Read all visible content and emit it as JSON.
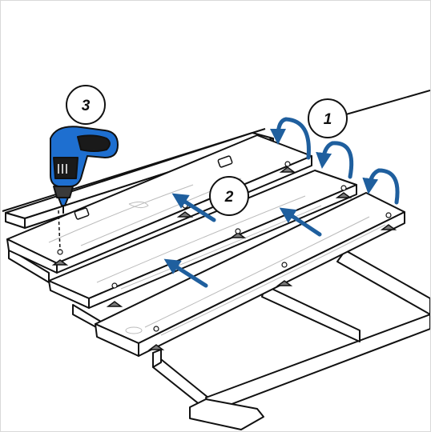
{
  "steps": [
    {
      "label": "1",
      "action": "rotate-plank-into-clips"
    },
    {
      "label": "2",
      "action": "push-plank-toward-previous"
    },
    {
      "label": "3",
      "action": "screw-down-with-drill"
    }
  ],
  "icons": {
    "drill": "power-drill-icon",
    "rotate": "curved-arrow-icon",
    "push": "straight-arrow-icon",
    "clip": "deck-clip-icon",
    "screw": "screw-icon",
    "pedestal": "pedestal-foot-icon"
  },
  "colors": {
    "arrow": "#1f5f9e",
    "drill_body": "#1e6fd0",
    "drill_dark": "#1a1a1a",
    "line": "#111111",
    "wood": "#ffffff"
  }
}
